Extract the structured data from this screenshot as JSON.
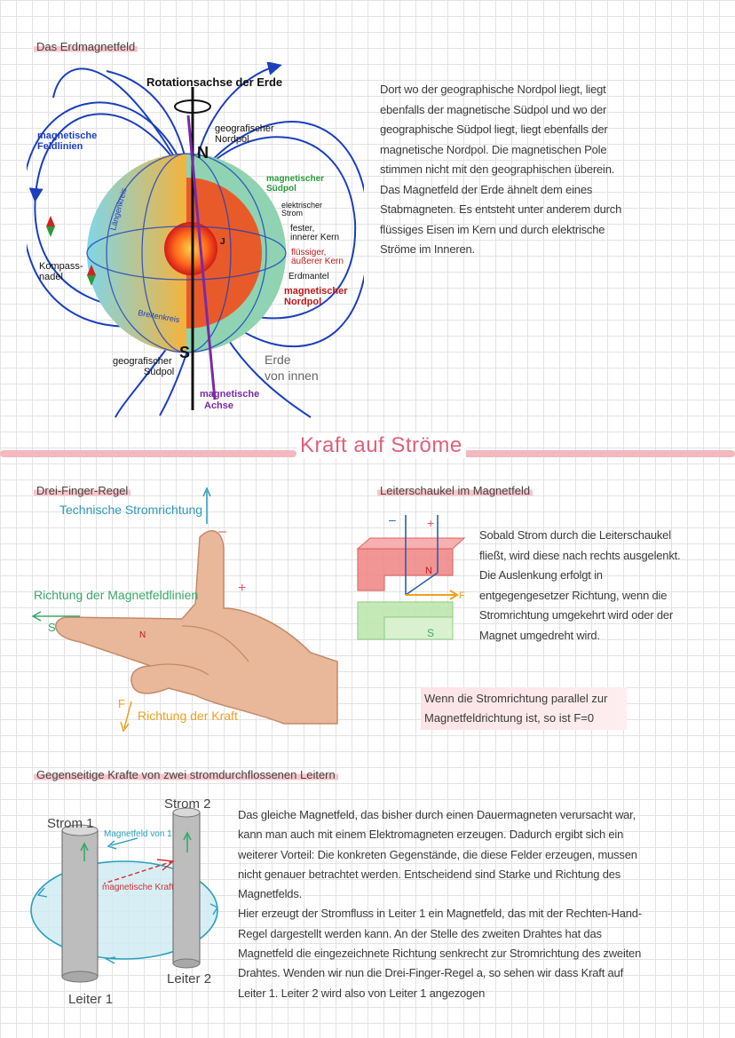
{
  "earth": {
    "heading": "Das Erdmagnetfeld",
    "labels": {
      "axis_title": "Rotationsachse der Erde",
      "field_lines_1": "magnetische",
      "field_lines_2": "Feldlinien",
      "geo_north_1": "geografischer",
      "geo_north_2": "Nordpol",
      "north": "N",
      "mag_south_1": "magnetischer",
      "mag_south_2": "Südpol",
      "current_1": "elektrischer",
      "current_2": "Strom",
      "inner_core_1": "fester,",
      "inner_core_2": "innerer Kern",
      "outer_core_1": "flüssiger,",
      "outer_core_2": "äußerer Kern",
      "mantle": "Erdmantel",
      "mag_north_1": "magnetischer",
      "mag_north_2": "Nordpol",
      "compass_1": "Kompass-",
      "compass_2": "nadel",
      "longitude": "Längenkreis",
      "latitude": "Breitenkreis",
      "south": "S",
      "geo_south_1": "geografischer",
      "geo_south_2": "Südpol",
      "inside_1": "Erde",
      "inside_2": "von innen",
      "mag_axis_1": "magnetische",
      "mag_axis_2": "Achse",
      "j": "J"
    },
    "text_lines": [
      "Dort wo der geographische Nordpol liegt, liegt",
      "ebenfalls der magnetische Südpol und wo der",
      "geographische Südpol liegt, liegt ebenfalls der",
      "magnetische Nordpol. Die magnetischen Pole",
      "stimmen nicht mit den geographischen überein.",
      "Das Magnetfeld der Erde ähnelt dem eines",
      "Stabmagneten. Es entsteht unter anderem durch",
      "flüssiges Eisen im Kern und durch elektrische",
      "Ströme im Inneren."
    ]
  },
  "section_title": "Kraft auf Ströme",
  "three_finger": {
    "heading": "Drei-Finger-Regel",
    "current_label": "Technische Stromrichtung",
    "field_label": "Richtung der Magnetfeldlinien",
    "force_label": "Richtung der Kraft",
    "minus": "–",
    "plus": "+",
    "s": "S",
    "n": "N",
    "f": "F"
  },
  "swing": {
    "heading": "Leiterschaukel im Magnetfeld",
    "minus": "–",
    "plus": "+",
    "n": "N",
    "s": "S",
    "f": "F",
    "text_lines": [
      "Sobald Strom durch die Leiterschaukel",
      "fließt, wird diese nach rechts ausgelenkt.",
      "Die Auslenkung erfolgt in",
      "entgegengesetzer Richtung, wenn die",
      "Stromrichtung umgekehrt wird oder der",
      "Magnet umgedreht wird."
    ],
    "note_lines": [
      "Wenn die Stromrichtung parallel zur",
      "Magnetfeldrichtung ist, so ist F=0"
    ]
  },
  "wires": {
    "heading": "Gegenseitige Krafte von zwei stromdurchflossenen Leitern",
    "strom1": "Strom 1",
    "strom2": "Strom 2",
    "field_label": "Magnetfeld von 1",
    "force_label": "magnetische Kraft",
    "leiter1": "Leiter 1",
    "leiter2": "Leiter 2",
    "text_lines": [
      "Das gleiche Magnetfeld, das bisher durch einen Dauermagneten verursacht war,",
      "kann man auch mit einem Elektromagneten erzeugen. Dadurch ergibt sich ein",
      "weiterer Vorteil: Die konkreten Gegenstände, die diese Felder erzeugen, mussen",
      "nicht genauer betrachtet werden. Entscheidend sind Starke und Richtung des",
      "Magnetfelds.",
      "Hier erzeugt der Stromfluss in Leiter 1 ein Magnetfeld, das mit der Rechten-Hand-",
      "Regel dargestellt werden kann. An der Stelle des zweiten Drahtes hat das",
      "Magnetfeld die eingezeichnete Richtung senkrecht zur Stromrichtung des zweiten",
      "Drahtes. Wenden wir nun die Drei-Finger-Regel a, so sehen wir dass Kraft auf",
      "Leiter 1. Leiter 2 wird also von Leiter 1 angezogen"
    ]
  }
}
